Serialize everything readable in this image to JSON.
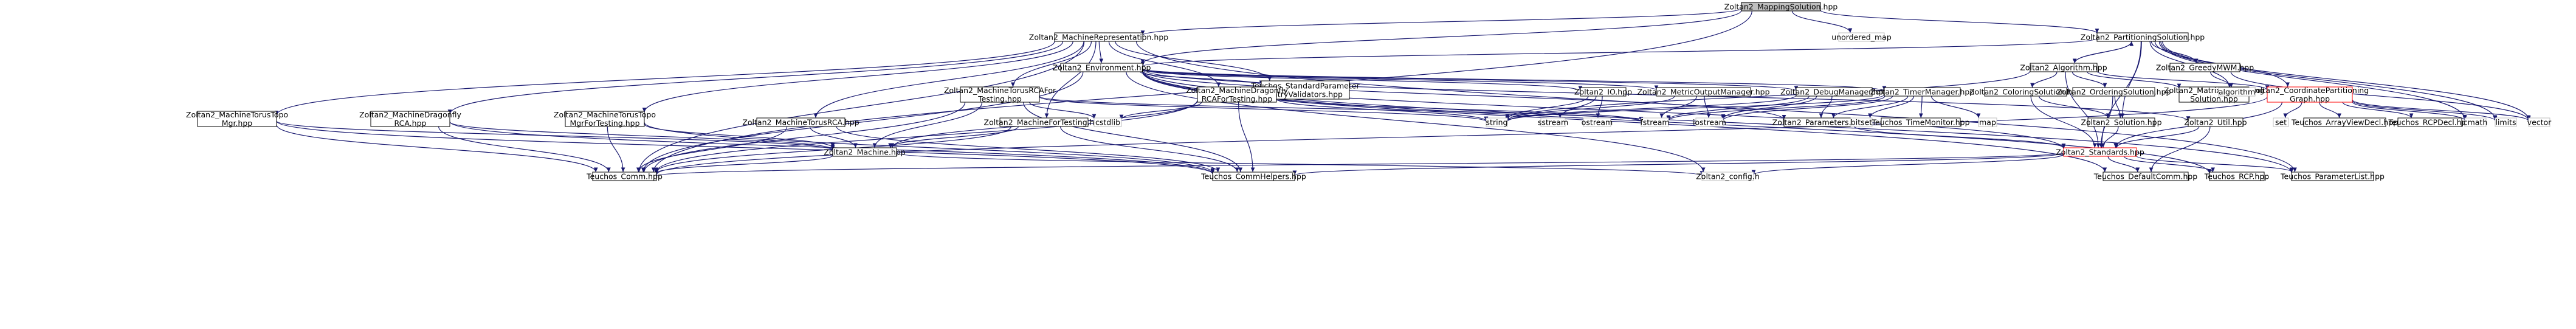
{
  "colors": {
    "root_fill": "#bfbfbf",
    "node_fill": "#ffffff",
    "node_border": "#000000",
    "missing_border": "#ff0000",
    "edge": "#191970"
  },
  "nodes": [
    {
      "id": "root",
      "label": [
        "Zoltan2_MappingSolution.hpp"
      ],
      "kind": "root"
    },
    {
      "id": "mrep",
      "label": [
        "Zoltan2_MachineRepresentation.hpp"
      ],
      "kind": "file"
    },
    {
      "id": "umap",
      "label": [
        "unordered_map"
      ],
      "kind": "external"
    },
    {
      "id": "psol",
      "label": [
        "Zoltan2_PartitioningSolution.hpp"
      ],
      "kind": "file"
    },
    {
      "id": "env",
      "label": [
        "Zoltan2_Environment.hpp"
      ],
      "kind": "file"
    },
    {
      "id": "alg",
      "label": [
        "Zoltan2_Algorithm.hpp"
      ],
      "kind": "file"
    },
    {
      "id": "gmwm",
      "label": [
        "Zoltan2_GreedyMWM.hpp"
      ],
      "kind": "file"
    },
    {
      "id": "tspev",
      "label": [
        "Teuchos_StandardParameter",
        "EntryValidators.hpp"
      ],
      "kind": "file"
    },
    {
      "id": "mtrcafor",
      "label": [
        "Zoltan2_MachineTorusRCAFor",
        "Testing.hpp"
      ],
      "kind": "file"
    },
    {
      "id": "mdrfor",
      "label": [
        "Zoltan2_MachineDragonfly",
        "RCAForTesting.hpp"
      ],
      "kind": "file"
    },
    {
      "id": "zio",
      "label": [
        "Zoltan2_IO.hpp"
      ],
      "kind": "file"
    },
    {
      "id": "metric",
      "label": [
        "Zoltan2_MetricOutputManager.hpp"
      ],
      "kind": "file"
    },
    {
      "id": "dbg",
      "label": [
        "Zoltan2_DebugManager.hpp"
      ],
      "kind": "file"
    },
    {
      "id": "tm",
      "label": [
        "Zoltan2_TimerManager.hpp"
      ],
      "kind": "file"
    },
    {
      "id": "color",
      "label": [
        "Zoltan2_ColoringSolution.hpp"
      ],
      "kind": "file"
    },
    {
      "id": "order",
      "label": [
        "Zoltan2_OrderingSolution.hpp"
      ],
      "kind": "file"
    },
    {
      "id": "matrix",
      "label": [
        "Zoltan2_MatrixPartitioning",
        "Solution.hpp"
      ],
      "kind": "file"
    },
    {
      "id": "cpg",
      "label": [
        "Zoltan2_CoordinatePartitioning",
        "Graph.hpp"
      ],
      "kind": "missing"
    },
    {
      "id": "algorithm",
      "label": [
        "algorithm"
      ],
      "kind": "external"
    },
    {
      "id": "mtt",
      "label": [
        "Zoltan2_MachineTorusTopo",
        "Mgr.hpp"
      ],
      "kind": "file"
    },
    {
      "id": "mdr",
      "label": [
        "Zoltan2_MachineDragonfly",
        "RCA.hpp"
      ],
      "kind": "file"
    },
    {
      "id": "mttfor",
      "label": [
        "Zoltan2_MachineTorusTopo",
        "MgrForTesting.hpp"
      ],
      "kind": "file"
    },
    {
      "id": "mtrca",
      "label": [
        "Zoltan2_MachineTorusRCA.hpp"
      ],
      "kind": "file"
    },
    {
      "id": "mfor",
      "label": [
        "Zoltan2_MachineForTesting.hpp"
      ],
      "kind": "file"
    },
    {
      "id": "cstdlib",
      "label": [
        "cstdlib"
      ],
      "kind": "external"
    },
    {
      "id": "string",
      "label": [
        "string"
      ],
      "kind": "external"
    },
    {
      "id": "sstream",
      "label": [
        "sstream"
      ],
      "kind": "external"
    },
    {
      "id": "ostream",
      "label": [
        "ostream"
      ],
      "kind": "external"
    },
    {
      "id": "fstream",
      "label": [
        "fstream"
      ],
      "kind": "external"
    },
    {
      "id": "iostream",
      "label": [
        "iostream"
      ],
      "kind": "external"
    },
    {
      "id": "params",
      "label": [
        "Zoltan2_Parameters.hpp"
      ],
      "kind": "file"
    },
    {
      "id": "bitset",
      "label": [
        "bitset"
      ],
      "kind": "external"
    },
    {
      "id": "ttm",
      "label": [
        "Teuchos_TimeMonitor.hpp"
      ],
      "kind": "file"
    },
    {
      "id": "map",
      "label": [
        "map"
      ],
      "kind": "external"
    },
    {
      "id": "solution",
      "label": [
        "Zoltan2_Solution.hpp"
      ],
      "kind": "file"
    },
    {
      "id": "util",
      "label": [
        "Zoltan2_Util.hpp"
      ],
      "kind": "file"
    },
    {
      "id": "set",
      "label": [
        "set"
      ],
      "kind": "external"
    },
    {
      "id": "tadh",
      "label": [
        "Teuchos_ArrayViewDecl.hpp"
      ],
      "kind": "file"
    },
    {
      "id": "trcpd",
      "label": [
        "Teuchos_RCPDecl.hpp"
      ],
      "kind": "file"
    },
    {
      "id": "cmath",
      "label": [
        "cmath"
      ],
      "kind": "external"
    },
    {
      "id": "limits",
      "label": [
        "limits"
      ],
      "kind": "external"
    },
    {
      "id": "vector",
      "label": [
        "vector"
      ],
      "kind": "external"
    },
    {
      "id": "machine",
      "label": [
        "Zoltan2_Machine.hpp"
      ],
      "kind": "file"
    },
    {
      "id": "std",
      "label": [
        "Zoltan2_Standards.hpp"
      ],
      "kind": "missing"
    },
    {
      "id": "tcomm",
      "label": [
        "Teuchos_Comm.hpp"
      ],
      "kind": "file"
    },
    {
      "id": "tch",
      "label": [
        "Teuchos_CommHelpers.hpp"
      ],
      "kind": "file"
    },
    {
      "id": "config",
      "label": [
        "Zoltan2_config.h"
      ],
      "kind": "external"
    },
    {
      "id": "tdc",
      "label": [
        "Teuchos_DefaultComm.hpp"
      ],
      "kind": "file"
    },
    {
      "id": "trcp",
      "label": [
        "Teuchos_RCP.hpp"
      ],
      "kind": "file"
    },
    {
      "id": "tpl",
      "label": [
        "Teuchos_ParameterList.hpp"
      ],
      "kind": "file"
    }
  ],
  "edges": [
    [
      "root",
      "mrep"
    ],
    [
      "root",
      "umap"
    ],
    [
      "root",
      "psol"
    ],
    [
      "root",
      "env"
    ],
    [
      "root",
      "tcomm"
    ],
    [
      "mrep",
      "env"
    ],
    [
      "mrep",
      "tspev"
    ],
    [
      "mrep",
      "mtrcafor"
    ],
    [
      "mrep",
      "mdrfor"
    ],
    [
      "mrep",
      "mtt"
    ],
    [
      "mrep",
      "mdr"
    ],
    [
      "mrep",
      "mttfor"
    ],
    [
      "mrep",
      "mtrca"
    ],
    [
      "mrep",
      "mfor"
    ],
    [
      "mrep",
      "tcomm"
    ],
    [
      "mrep",
      "tpl"
    ],
    [
      "psol",
      "env"
    ],
    [
      "psol",
      "alg"
    ],
    [
      "psol",
      "gmwm"
    ],
    [
      "psol",
      "cpg"
    ],
    [
      "psol",
      "algorithm"
    ],
    [
      "psol",
      "cmath"
    ],
    [
      "psol",
      "limits"
    ],
    [
      "psol",
      "vector"
    ],
    [
      "psol",
      "std"
    ],
    [
      "psol",
      "solution"
    ],
    [
      "env",
      "tspev"
    ],
    [
      "env",
      "zio"
    ],
    [
      "env",
      "metric"
    ],
    [
      "env",
      "dbg"
    ],
    [
      "env",
      "tm"
    ],
    [
      "env",
      "params"
    ],
    [
      "env",
      "std"
    ],
    [
      "env",
      "tdc"
    ],
    [
      "env",
      "trcp"
    ],
    [
      "env",
      "tpl"
    ],
    [
      "env",
      "config"
    ],
    [
      "env",
      "util"
    ],
    [
      "env",
      "tcomm"
    ],
    [
      "alg",
      "psol"
    ],
    [
      "alg",
      "color"
    ],
    [
      "alg",
      "order"
    ],
    [
      "alg",
      "matrix"
    ],
    [
      "alg",
      "cpg"
    ],
    [
      "alg",
      "std"
    ],
    [
      "alg",
      "string"
    ],
    [
      "gmwm",
      "algorithm"
    ],
    [
      "gmwm",
      "vector"
    ],
    [
      "mtrcafor",
      "machine"
    ],
    [
      "mtrcafor",
      "cstdlib"
    ],
    [
      "mtrcafor",
      "string"
    ],
    [
      "mtrcafor",
      "fstream"
    ],
    [
      "mtrcafor",
      "tcomm"
    ],
    [
      "mtrcafor",
      "tch"
    ],
    [
      "mdrfor",
      "machine"
    ],
    [
      "mdrfor",
      "cstdlib"
    ],
    [
      "mdrfor",
      "string"
    ],
    [
      "mdrfor",
      "fstream"
    ],
    [
      "mdrfor",
      "tcomm"
    ],
    [
      "mdrfor",
      "tch"
    ],
    [
      "zio",
      "string"
    ],
    [
      "zio",
      "sstream"
    ],
    [
      "zio",
      "ostream"
    ],
    [
      "metric",
      "string"
    ],
    [
      "metric",
      "iostream"
    ],
    [
      "metric",
      "fstream"
    ],
    [
      "dbg",
      "string"
    ],
    [
      "dbg",
      "iostream"
    ],
    [
      "dbg",
      "fstream"
    ],
    [
      "dbg",
      "params"
    ],
    [
      "tm",
      "fstream"
    ],
    [
      "tm",
      "iostream"
    ],
    [
      "tm",
      "params"
    ],
    [
      "tm",
      "bitset"
    ],
    [
      "tm",
      "ttm"
    ],
    [
      "tm",
      "map"
    ],
    [
      "tm",
      "string"
    ],
    [
      "color",
      "solution"
    ],
    [
      "color",
      "std"
    ],
    [
      "order",
      "solution"
    ],
    [
      "order",
      "std"
    ],
    [
      "cpg",
      "set"
    ],
    [
      "cpg",
      "tadh"
    ],
    [
      "cpg",
      "trcpd"
    ],
    [
      "cpg",
      "cmath"
    ],
    [
      "cpg",
      "limits"
    ],
    [
      "cpg",
      "vector"
    ],
    [
      "cpg",
      "std"
    ],
    [
      "cpg",
      "tcomm"
    ],
    [
      "mtt",
      "machine"
    ],
    [
      "mtt",
      "tcomm"
    ],
    [
      "mtt",
      "tch"
    ],
    [
      "mdr",
      "machine"
    ],
    [
      "mdr",
      "tcomm"
    ],
    [
      "mdr",
      "tch"
    ],
    [
      "mttfor",
      "machine"
    ],
    [
      "mttfor",
      "tcomm"
    ],
    [
      "mttfor",
      "tch"
    ],
    [
      "mtrca",
      "machine"
    ],
    [
      "mtrca",
      "tcomm"
    ],
    [
      "mtrca",
      "tch"
    ],
    [
      "mfor",
      "machine"
    ],
    [
      "mfor",
      "tcomm"
    ],
    [
      "mfor",
      "tch"
    ],
    [
      "machine",
      "tcomm"
    ],
    [
      "machine",
      "config"
    ],
    [
      "params",
      "std"
    ],
    [
      "solution",
      "std"
    ],
    [
      "util",
      "std"
    ],
    [
      "util",
      "tdc"
    ],
    [
      "std",
      "config"
    ],
    [
      "std",
      "tcomm"
    ],
    [
      "std",
      "tch"
    ],
    [
      "std",
      "tdc"
    ],
    [
      "std",
      "trcp"
    ],
    [
      "std",
      "tpl"
    ]
  ]
}
